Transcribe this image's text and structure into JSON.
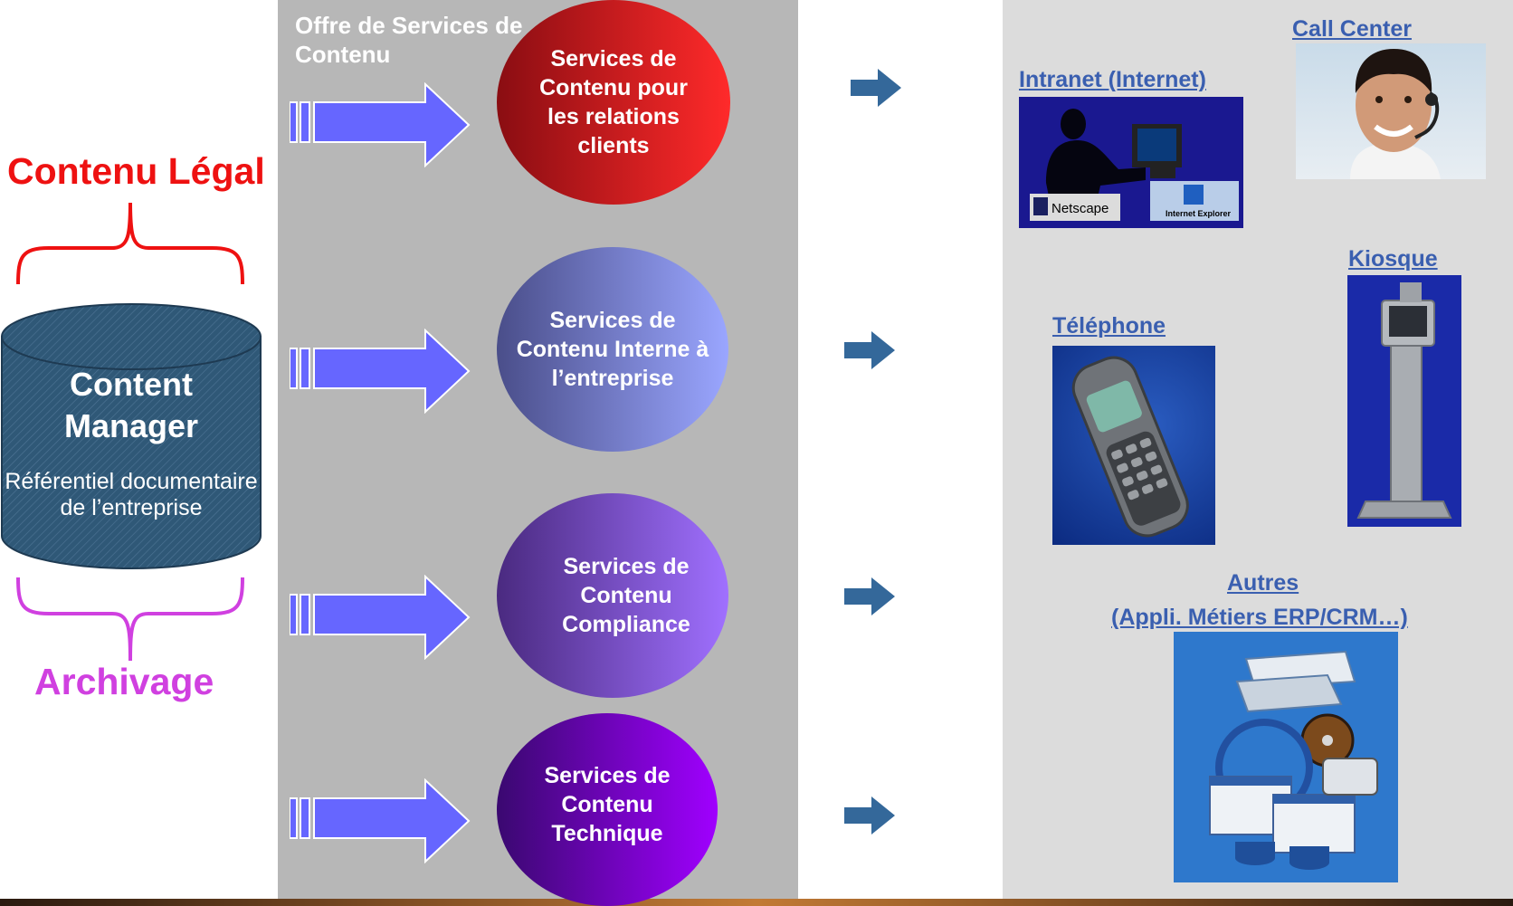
{
  "panel_title": "Offre de Services de Contenu",
  "left": {
    "legal_label": "Contenu Légal",
    "archive_label": "Archivage",
    "repository_title": "Content Manager",
    "repository_subtitle": "Référentiel documentaire de l’entreprise"
  },
  "services": [
    {
      "label": "Services de Contenu pour les relations clients",
      "color_from": "#8a0d12",
      "color_to": "#ff2a2a"
    },
    {
      "label": "Services de Contenu Interne à l’entreprise",
      "color_from": "#4a4e8a",
      "color_to": "#9aa6ff"
    },
    {
      "label": "Services de Contenu Compliance",
      "color_from": "#4a2a80",
      "color_to": "#a070ff"
    },
    {
      "label": "Services de Contenu Technique",
      "color_from": "#3a0870",
      "color_to": "#a000ff"
    }
  ],
  "channels": {
    "intranet": {
      "label": "Intranet (Internet)",
      "netscape": "Netscape",
      "ie": "Internet Explorer"
    },
    "call_center": {
      "label": "Call Center"
    },
    "kiosque": {
      "label": "Kiosque"
    },
    "telephone": {
      "label": "Téléphone"
    },
    "autres": {
      "label1": "Autres ",
      "label2": "(Appli. Métiers ERP/CRM…)"
    }
  },
  "colors": {
    "fat_arrow": "#6666ff",
    "small_arrow": "#34689a",
    "legal": "#ee1111",
    "archive": "#d040e0",
    "link": "#3a5fb0",
    "cylinder": "#2f5877"
  }
}
